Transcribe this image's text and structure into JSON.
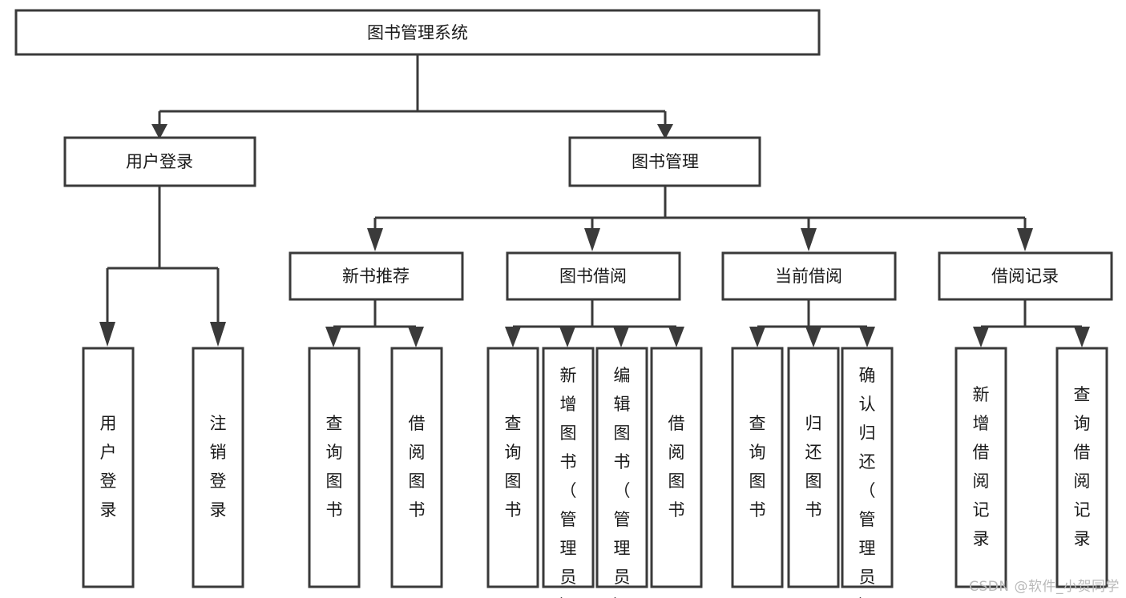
{
  "diagram": {
    "title": "图书管理系统",
    "watermark": "CSDN @软件_小贺同学",
    "colors": {
      "stroke": "#3a3a3a",
      "fill": "#ffffff",
      "text": "#1a1a1a",
      "watermark": "#b9b9b9"
    },
    "root": {
      "label": "图书管理系统"
    },
    "level1": [
      {
        "label": "用户登录"
      },
      {
        "label": "图书管理"
      }
    ],
    "level2": [
      {
        "label": "新书推荐"
      },
      {
        "label": "图书借阅"
      },
      {
        "label": "当前借阅"
      },
      {
        "label": "借阅记录"
      }
    ],
    "leaves": {
      "user_login": [
        {
          "label": "用户登录"
        },
        {
          "label": "注销登录"
        }
      ],
      "new_book_recommend": [
        {
          "label": "查询图书"
        },
        {
          "label": "借阅图书"
        }
      ],
      "book_borrow": [
        {
          "label": "查询图书"
        },
        {
          "label": "新增图书（管理员）"
        },
        {
          "label": "编辑图书（管理员）"
        },
        {
          "label": "借阅图书"
        }
      ],
      "current_borrow": [
        {
          "label": "查询图书"
        },
        {
          "label": "归还图书"
        },
        {
          "label": "确认归还（管理员）"
        }
      ],
      "borrow_records": [
        {
          "label": "新增借阅记录"
        },
        {
          "label": "查询借阅记录"
        }
      ]
    }
  }
}
